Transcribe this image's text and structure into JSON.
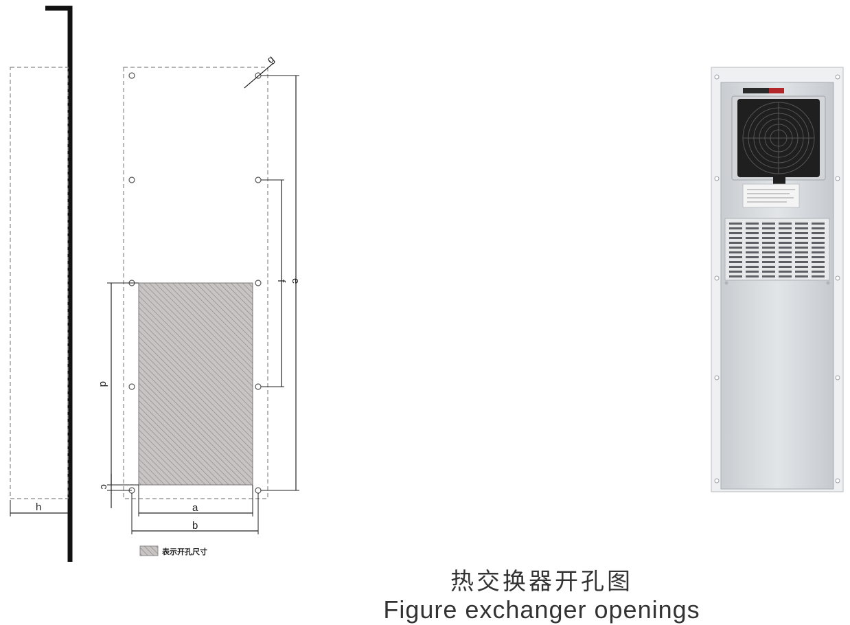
{
  "dimension_labels": {
    "a": "a",
    "b": "b",
    "c": "c",
    "d": "d",
    "e": "e",
    "f": "f",
    "g": "g",
    "h": "h"
  },
  "legend": {
    "label": "表示开孔尺寸"
  },
  "caption": {
    "chinese": "热交换器开孔图",
    "english": "Figure exchanger openings"
  },
  "colors": {
    "line": "#222222",
    "dashed": "#888888",
    "hatch_bg": "#c9c4c4",
    "hatch_line": "#8f8989",
    "unit_body": "#d9dcdf",
    "fan_dark": "#1f1f1f"
  }
}
